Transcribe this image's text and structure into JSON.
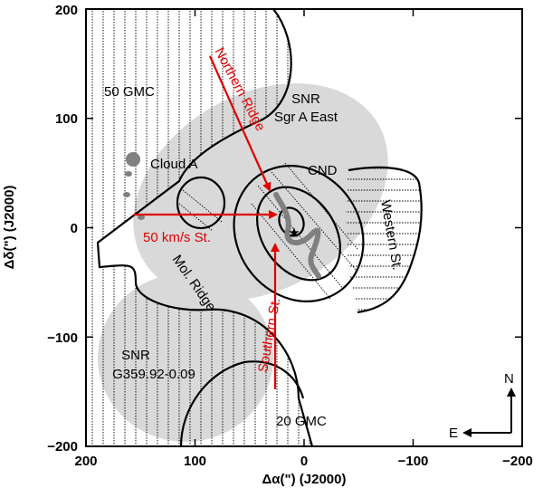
{
  "axes": {
    "x_label": "Δα(\") (J2000)",
    "y_label": "Δδ(\") (J2000)",
    "x_ticks": [
      "200",
      "100",
      "0",
      "−100",
      "−200"
    ],
    "y_ticks": [
      "200",
      "100",
      "0",
      "−100",
      "−200"
    ],
    "xlim": [
      200,
      -200
    ],
    "ylim": [
      -200,
      200
    ]
  },
  "labels": {
    "gmc50": "50 GMC",
    "snr_east_1": "SNR",
    "snr_east_2": "Sgr A East",
    "cloud_a": "Cloud A",
    "cnd": "CND",
    "western": "Western St.",
    "mol_ridge": "Mol. Ridge",
    "snr_g_1": "SNR",
    "snr_g_2": "G359.92-0.09",
    "gmc20": "20 GMC",
    "northern": "Northern Ridge",
    "st50": "50 km/s St.",
    "southern": "Southern St.",
    "compass_n": "N",
    "compass_e": "E"
  },
  "colors": {
    "stream_red": "#e00000",
    "snr_gray": "#d9d9d9",
    "minispiral_gray": "#808080"
  }
}
